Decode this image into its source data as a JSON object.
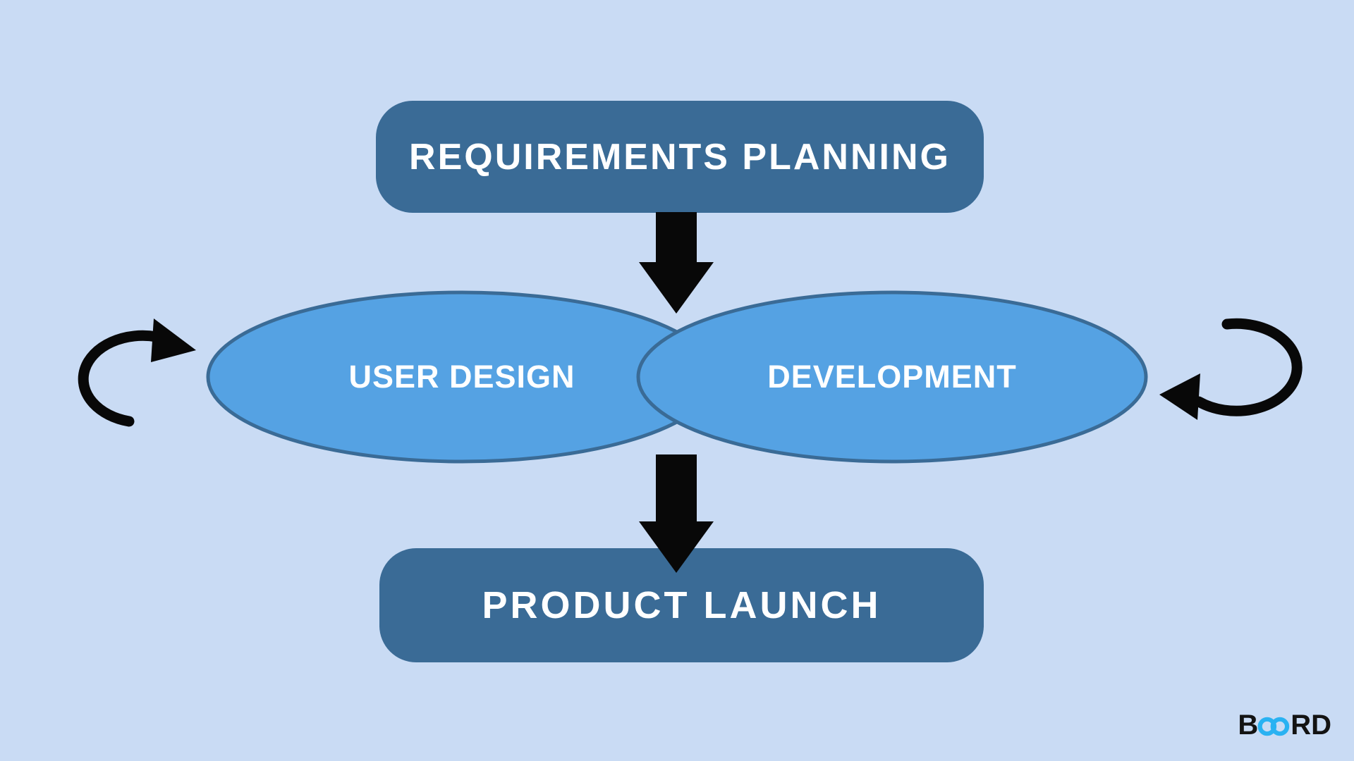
{
  "background_color": "#c9dbf4",
  "diagram": {
    "top_box": {
      "label": "REQUIREMENTS PLANNING",
      "bg": "#3a6b96",
      "text_color": "#ffffff"
    },
    "left_ellipse": {
      "label": "USER DESIGN",
      "fill": "#55a2e3",
      "stroke": "#3a6b96",
      "text_color": "#ffffff"
    },
    "right_ellipse": {
      "label": "DEVELOPMENT",
      "fill": "#55a2e3",
      "stroke": "#3a6b96",
      "text_color": "#ffffff"
    },
    "bottom_box": {
      "label": "PRODUCT LAUNCH",
      "bg": "#3a6b96",
      "text_color": "#ffffff"
    },
    "arrow_color": "#080808"
  },
  "branding": {
    "name": "BOARD",
    "prefix": "B",
    "suffix": "RD",
    "infinity_color": "#29b2f2",
    "letter_color": "#131313"
  }
}
